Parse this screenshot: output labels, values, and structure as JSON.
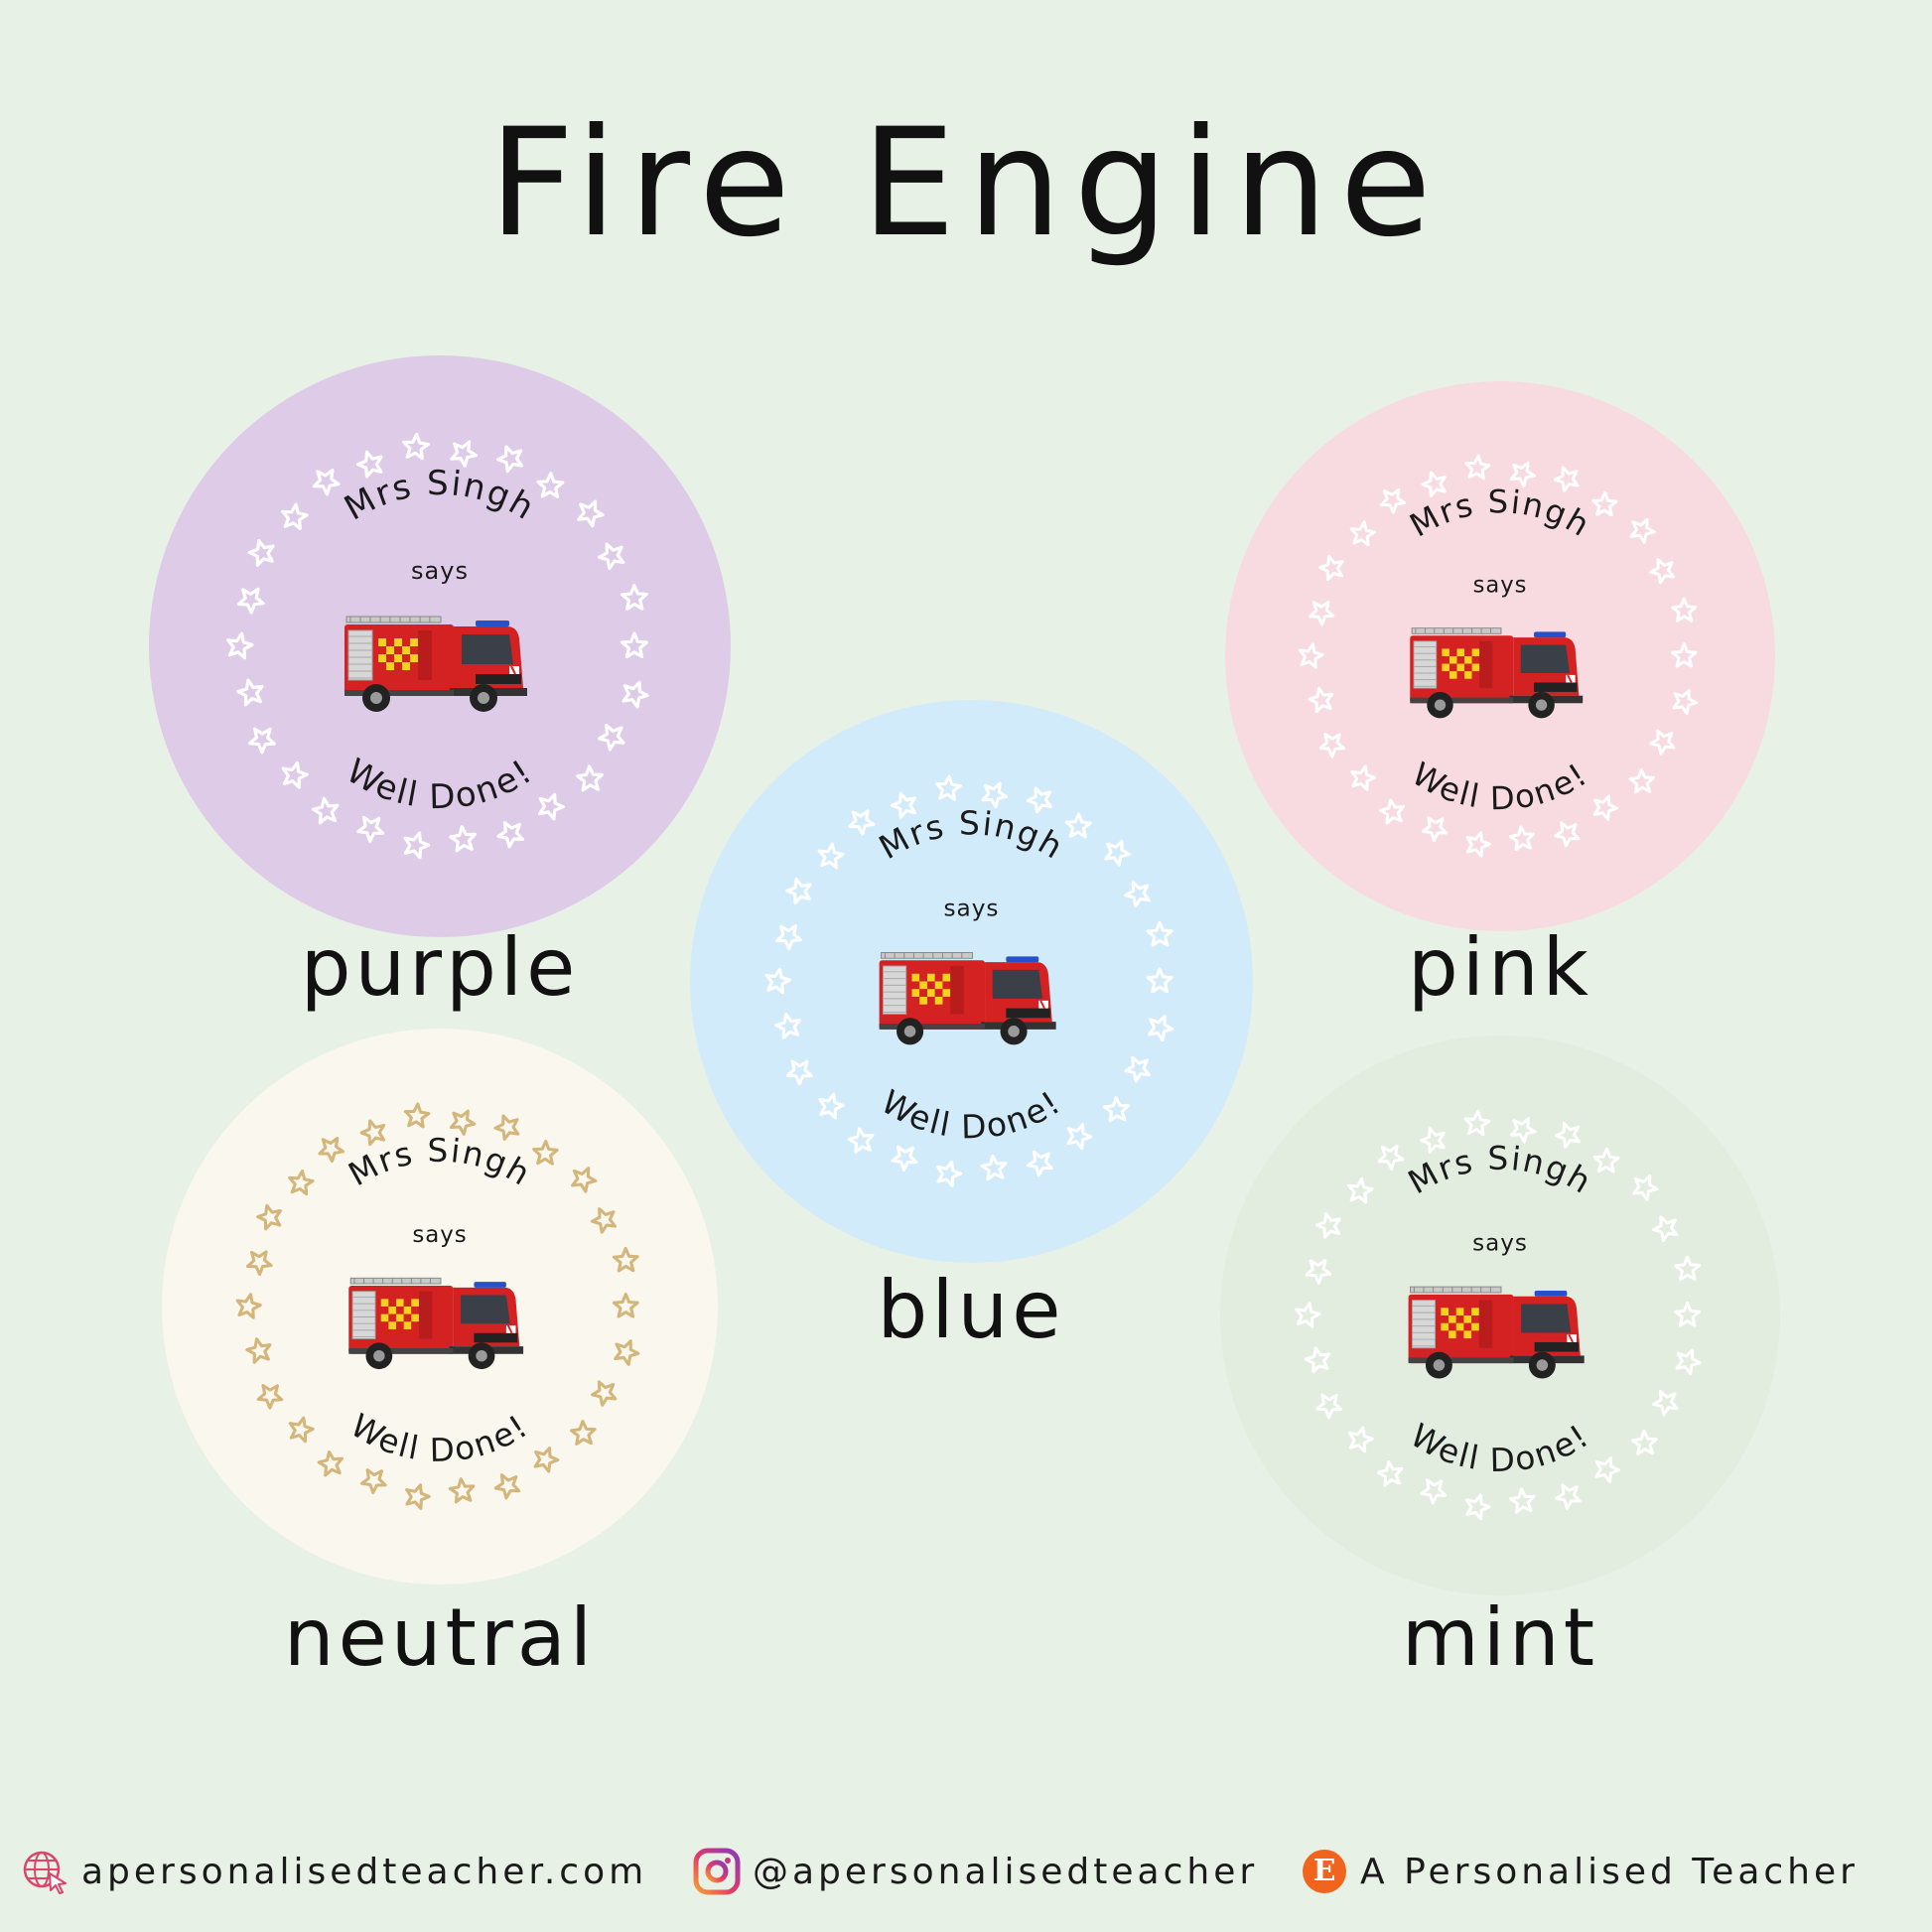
{
  "title": "Fire Engine",
  "sticker_text": {
    "top": "Mrs Singh",
    "middle": "says",
    "bottom": "Well Done!"
  },
  "stickers": [
    {
      "label": "purple",
      "bg": "#decbe8",
      "stars": "#ffffff"
    },
    {
      "label": "blue",
      "bg": "#d2ebfa",
      "stars": "#ffffff"
    },
    {
      "label": "pink",
      "bg": "#f7dbe0",
      "stars": "#ffffff"
    },
    {
      "label": "neutral",
      "bg": "#f9f7ee",
      "stars": "#d4b57a"
    },
    {
      "label": "mint",
      "bg": "#e2ecdf",
      "stars": "#ffffff"
    }
  ],
  "footer": {
    "website": "apersonalisedteacher.com",
    "instagram": "@apersonalisedteacher",
    "etsy": "A Personalised Teacher",
    "etsy_letter": "E",
    "icons": [
      "globe-cursor-icon",
      "instagram-icon",
      "etsy-icon"
    ]
  }
}
